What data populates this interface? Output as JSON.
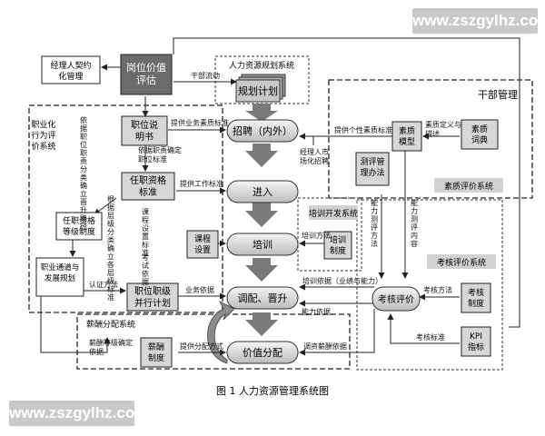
{
  "watermark": "www.zszgylhz.com",
  "caption": "图 1   人力资源管理系统图",
  "sections": {
    "planning": "人力资源规划系统",
    "cadre": "干部管理",
    "quality_eval": "素质评价系统",
    "career": "职业化行为评价系统",
    "training_dev": "培训开发系统",
    "assessment": "考核评价系统",
    "compensation": "薪酬分配系统"
  },
  "boxes": {
    "job_value": "岗位价值评估",
    "contract": "经理人契约化管理",
    "plan": "规划计划",
    "recruit": "招聘（内外）",
    "entry": "进入",
    "train": "培训",
    "deploy": "调配、晋升",
    "value_dist": "价值分配",
    "job_desc": "职位说明书",
    "qual_std": "任职资格标准",
    "qual_grade": "任职资格等级制度",
    "career_path": "职业通道与发展规划",
    "rank_plan": "职位职级并行计划",
    "course": "课程设置",
    "train_sys": "培训制度",
    "quality_model": "素质模型",
    "quality_dict": "素质词典",
    "evaluate_method": "测评管理办法",
    "assess_eval": "考核评价",
    "assess_sys": "考核制度",
    "kpi": "KPI指标",
    "salary_sys": "薪酬制度"
  },
  "labels": {
    "cadre_flow": "干部流动",
    "provide_std": "提供业务素质标准",
    "personality_std": "提供个性素质标准",
    "quality_def": "素质定义与描述",
    "market_recruit": "经理人市场化招聘",
    "job_based_std": "依据职责确定职位标准",
    "work_std": "提供工作标准",
    "v_resp": "依据职位职责分类确立晋升路径",
    "v_layer": "根据层级分类确立各层级标准",
    "v_course": "课程设置标准",
    "v_exam": "考试依据",
    "v_ability": "能力测评方法",
    "v_content": "能力测评内容",
    "train_method": "培训方法",
    "cert_method": "认证方法",
    "business_basis": "业务依据",
    "train_basis": "培训依据（业绩与能力）",
    "ability_basis": "能力依据",
    "assess_method": "考核方法",
    "assess_std": "考核标准",
    "rank_basis": "薪酬等级确定依据",
    "dist_method": "提供分配方式",
    "adjust_basis": "调资薪酬依据"
  },
  "colors": {
    "dark_box": "#6b6b6b",
    "gray_box": "#d7d7d7",
    "flow_arrow": "#7a7a7a",
    "stroke": "#222222"
  }
}
